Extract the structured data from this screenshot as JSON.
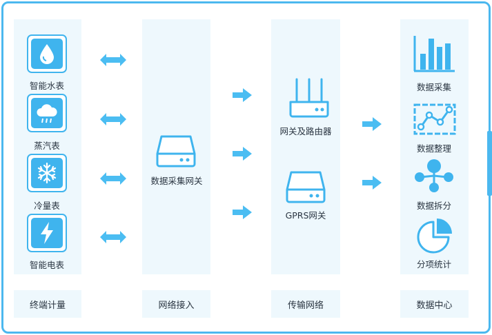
{
  "colors": {
    "accent": "#3fb4ee",
    "panel": "#eef8fd",
    "text": "#2a3541",
    "border": "#4bb8ef"
  },
  "meters": {
    "water": "智能水表",
    "steam": "蒸汽表",
    "cooling": "冷量表",
    "electric": "智能电表"
  },
  "gateway": {
    "label": "数据采集网关"
  },
  "transport": {
    "router": "网关及路由器",
    "gprs": "GPRS网关"
  },
  "data_center": {
    "collect": "数据采集",
    "organize": "数据整理",
    "split": "数据拆分",
    "stats": "分项统计"
  },
  "footer": {
    "metering": "终端计量",
    "access": "网络接入",
    "network": "传输网络",
    "center": "数据中心"
  }
}
